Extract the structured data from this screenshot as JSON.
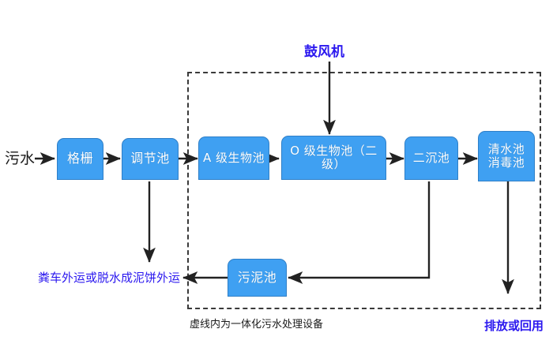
{
  "diagram": {
    "title_top": "鼓风机",
    "inlet_label": "污水",
    "caption": "虚线内为一体化污水处理设备",
    "outlet_label": "排放或回用",
    "sludge_disposal_label": "粪车外运或脱水成泥饼外运",
    "colors": {
      "box_fill": "#3fa0f2",
      "box_stroke": "#2f7fc7",
      "box_text": "#ffffff",
      "blue_text": "#2b18ef",
      "dark_text": "#1a1a1a",
      "wire": "#222222",
      "enclosure": "#3a3a3a"
    },
    "nodes": [
      {
        "id": "grille",
        "label": "格栅",
        "line2": ""
      },
      {
        "id": "regulating",
        "label": "调节池",
        "line2": ""
      },
      {
        "id": "a_stage",
        "label": "A 级生物池",
        "line2": ""
      },
      {
        "id": "o_stage",
        "label": "O 级生物池（二级）",
        "line2": ""
      },
      {
        "id": "clarifier",
        "label": "二沉池",
        "line2": ""
      },
      {
        "id": "clearwater",
        "label": "清水池",
        "line2": "消毒池"
      },
      {
        "id": "sludge",
        "label": "污泥池",
        "line2": ""
      }
    ],
    "flows": [
      {
        "from": "污水",
        "to": "格栅"
      },
      {
        "from": "格栅",
        "to": "调节池"
      },
      {
        "from": "调节池",
        "to": "A 级生物池"
      },
      {
        "from": "A 级生物池",
        "to": "O 级生物池（二级）"
      },
      {
        "from": "O 级生物池（二级）",
        "to": "二沉池"
      },
      {
        "from": "二沉池",
        "to": "清水池 消毒池"
      },
      {
        "from": "鼓风机",
        "to": "O 级生物池（二级）"
      },
      {
        "from": "调节池",
        "to": "粪车外运或脱水成泥饼外运"
      },
      {
        "from": "二沉池",
        "to": "污泥池"
      },
      {
        "from": "污泥池",
        "to": "粪车外运或脱水成泥饼外运"
      },
      {
        "from": "清水池 消毒池",
        "to": "排放或回用"
      }
    ]
  }
}
